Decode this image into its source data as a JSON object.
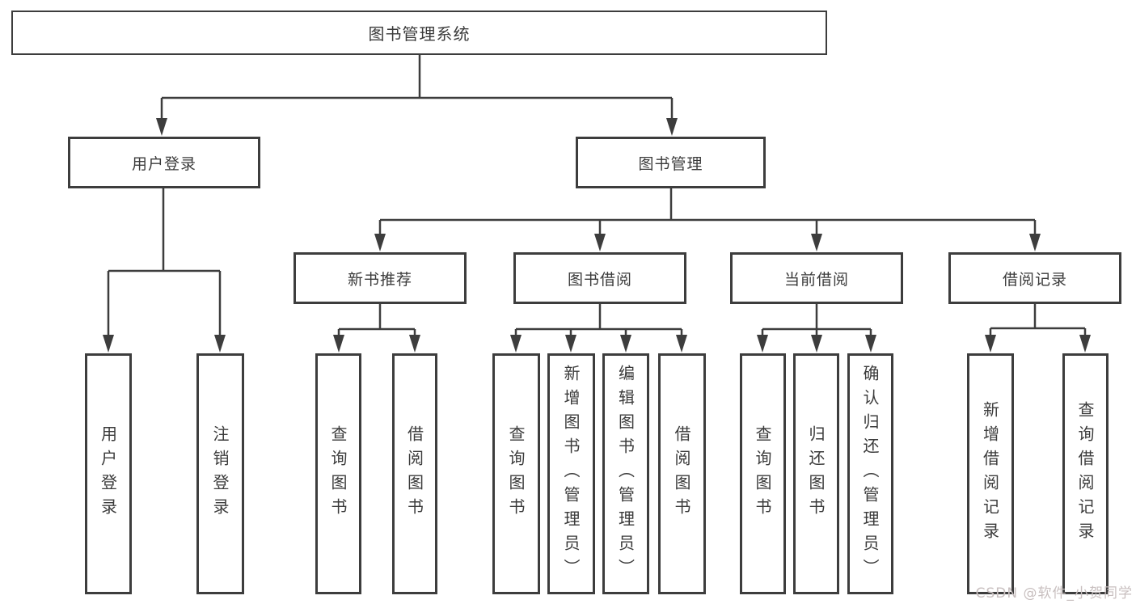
{
  "diagram": {
    "type": "tree-diagram",
    "tree": {
      "label": "图书管理系统",
      "children": [
        {
          "label": "用户登录",
          "children": [
            {
              "label": "用户登录"
            },
            {
              "label": "注销登录"
            }
          ]
        },
        {
          "label": "图书管理",
          "children": [
            {
              "label": "新书推荐",
              "children": [
                {
                  "label": "查询图书"
                },
                {
                  "label": "借阅图书"
                }
              ]
            },
            {
              "label": "图书借阅",
              "children": [
                {
                  "label": "查询图书"
                },
                {
                  "label": "新增图书（管理员）"
                },
                {
                  "label": "编辑图书（管理员）"
                },
                {
                  "label": "借阅图书"
                }
              ]
            },
            {
              "label": "当前借阅",
              "children": [
                {
                  "label": "查询图书"
                },
                {
                  "label": "归还图书"
                },
                {
                  "label": "确认归还（管理员）"
                }
              ]
            },
            {
              "label": "借阅记录",
              "children": [
                {
                  "label": "新增借阅记录"
                },
                {
                  "label": "查询借阅记录"
                }
              ]
            }
          ]
        }
      ]
    },
    "colors": {
      "line": "#3d3d3d",
      "box_border": "#3d3d3d",
      "text": "#3b3b3b",
      "background": "#ffffff",
      "watermark": "#c8bfbf"
    }
  },
  "watermark": {
    "text": "CSDN @软件_小贺同学"
  }
}
